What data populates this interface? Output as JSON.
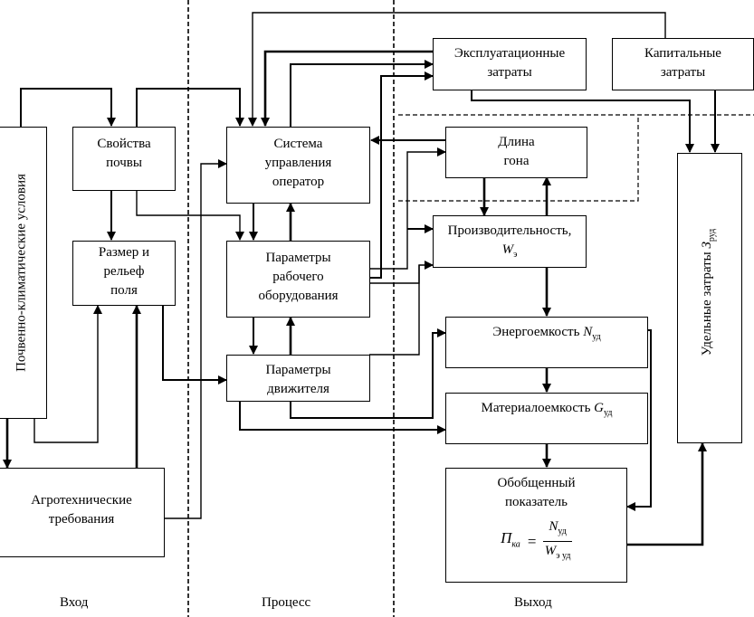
{
  "sections": {
    "input": "Вход",
    "process": "Процесс",
    "output": "Выход"
  },
  "blocks": {
    "climate": "Почвенно-климатические условия",
    "soil_props": "Свойства\nпочвы",
    "field_size": "Размер и\nрельеф\nполя",
    "agro_req": "Агротехнические\nтребования",
    "control_system": "Система\nуправления\nоператор",
    "work_equipment": "Параметры\nрабочего\nоборудования",
    "propulsion": "Параметры\nдвижителя",
    "operating_costs": "Эксплуатационные\nзатраты",
    "capital_costs": "Капитальные\nзатраты",
    "run_length": "Длина\nгона",
    "productivity": {
      "text": "Производительность,",
      "symbol": "W",
      "subscript": "э"
    },
    "energy_intensity": {
      "text": "Энергоемкость",
      "symbol": "N",
      "subscript": "уд"
    },
    "material_intensity": {
      "text": "Материалоемкость",
      "symbol": "G",
      "subscript": "уд"
    },
    "general_indicator": {
      "text": "Обобщенный\nпоказатель",
      "lhs": "П",
      "lhs_sub": "ка",
      "op": "=",
      "num": "N",
      "num_sub": "уд",
      "den": "W",
      "den_sub": "э уд"
    },
    "specific_costs": {
      "text": "Удельные затраты",
      "symbol": "З",
      "subscript": "руд"
    }
  }
}
